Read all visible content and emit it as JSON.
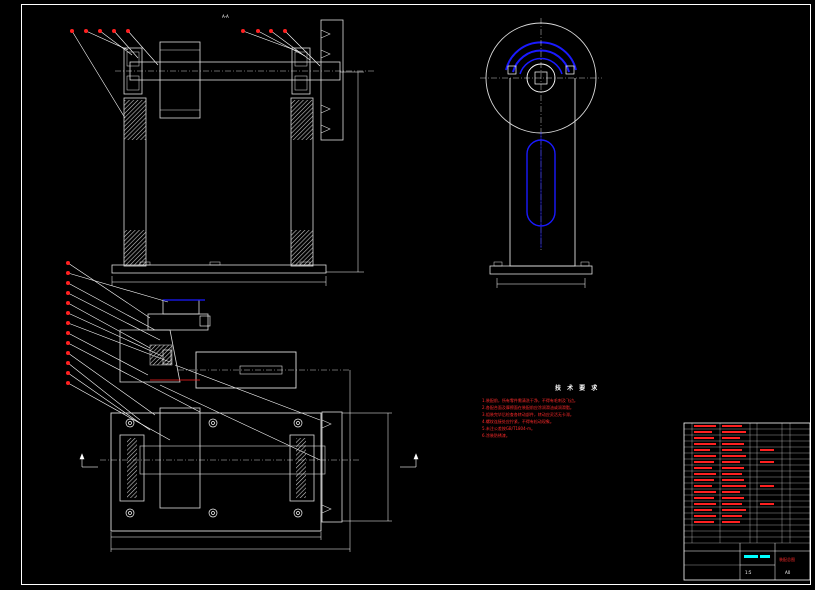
{
  "colors": {
    "background": "#000000",
    "line": "#ffffff",
    "body": "#d8d8d8",
    "blue": "#1a1aff",
    "red": "#ff2020",
    "cyan": "#00ffff",
    "green": "#00ff00",
    "hatch": "#c8c8c8"
  },
  "drawing": {
    "section_mark": "A-A",
    "tech_title": "技 术 要 求",
    "tech_notes": [
      "1.装配前，所有零件需清洗干净，不得有毛刺及飞边。",
      "2.各配合面及摩擦面在装配前应涂润滑油或润滑脂。",
      "3.组装完毕后检查各转动部件，转动应灵活无卡滞。",
      "4.螺纹连接处应拧紧，不得有松动现象。",
      "5.未注公差按GB/T1804-m。",
      "6.涂装防锈漆。"
    ],
    "title_block": {
      "drawing_name": "装配总图",
      "scale": "1:5",
      "sheet": "A0"
    }
  }
}
